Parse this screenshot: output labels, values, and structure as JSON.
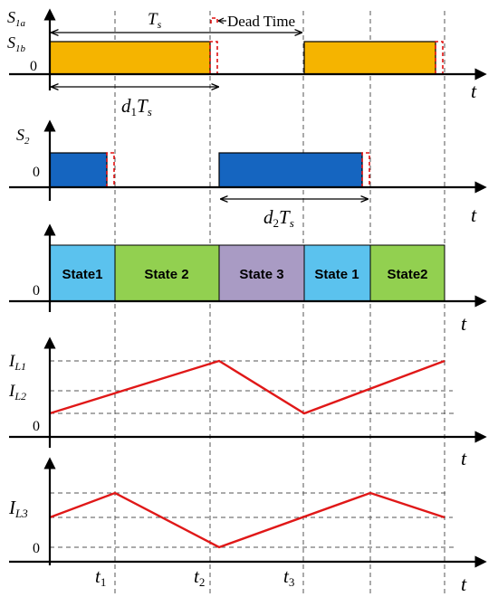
{
  "panel1": {
    "label_top_main": "S",
    "label_top_sub": "1a",
    "label_bottom_main": "S",
    "label_bottom_sub": "1b",
    "zero": "0",
    "period_main": "T",
    "period_sub": "s",
    "dead_time": "Dead Time",
    "duty_prefix": "d",
    "duty_prefix_sub": "1",
    "duty_main": "T",
    "duty_sub": "s",
    "axis_t": "t",
    "colors": {
      "pulse_fill": "#f5b400"
    }
  },
  "panel2": {
    "label_main": "S",
    "label_sub": "2",
    "zero": "0",
    "duty_prefix": "d",
    "duty_prefix_sub": "2",
    "duty_main": "T",
    "duty_sub": "s",
    "axis_t": "t",
    "colors": {
      "pulse_fill": "#1565c0"
    }
  },
  "panel3": {
    "zero": "0",
    "axis_t": "t",
    "states": [
      {
        "label": "State1",
        "color": "#5bc2ee"
      },
      {
        "label": "State 2",
        "color": "#92d050"
      },
      {
        "label": "State 3",
        "color": "#a99bc4"
      },
      {
        "label": "State 1",
        "color": "#5bc2ee"
      },
      {
        "label": "State2",
        "color": "#92d050"
      }
    ]
  },
  "panel4": {
    "label1_main": "I",
    "label1_sub": "L1",
    "label2_main": "I",
    "label2_sub": "L2",
    "zero": "0",
    "axis_t": "t"
  },
  "panel5": {
    "label_main": "I",
    "label_sub": "L3",
    "zero": "0",
    "axis_t": "t",
    "ticks": [
      {
        "main": "t",
        "sub": "1"
      },
      {
        "main": "t",
        "sub": "2"
      },
      {
        "main": "t",
        "sub": "3"
      }
    ]
  },
  "colors": {
    "waveform": "#e01818",
    "dead_time_marker": "#e01010"
  }
}
